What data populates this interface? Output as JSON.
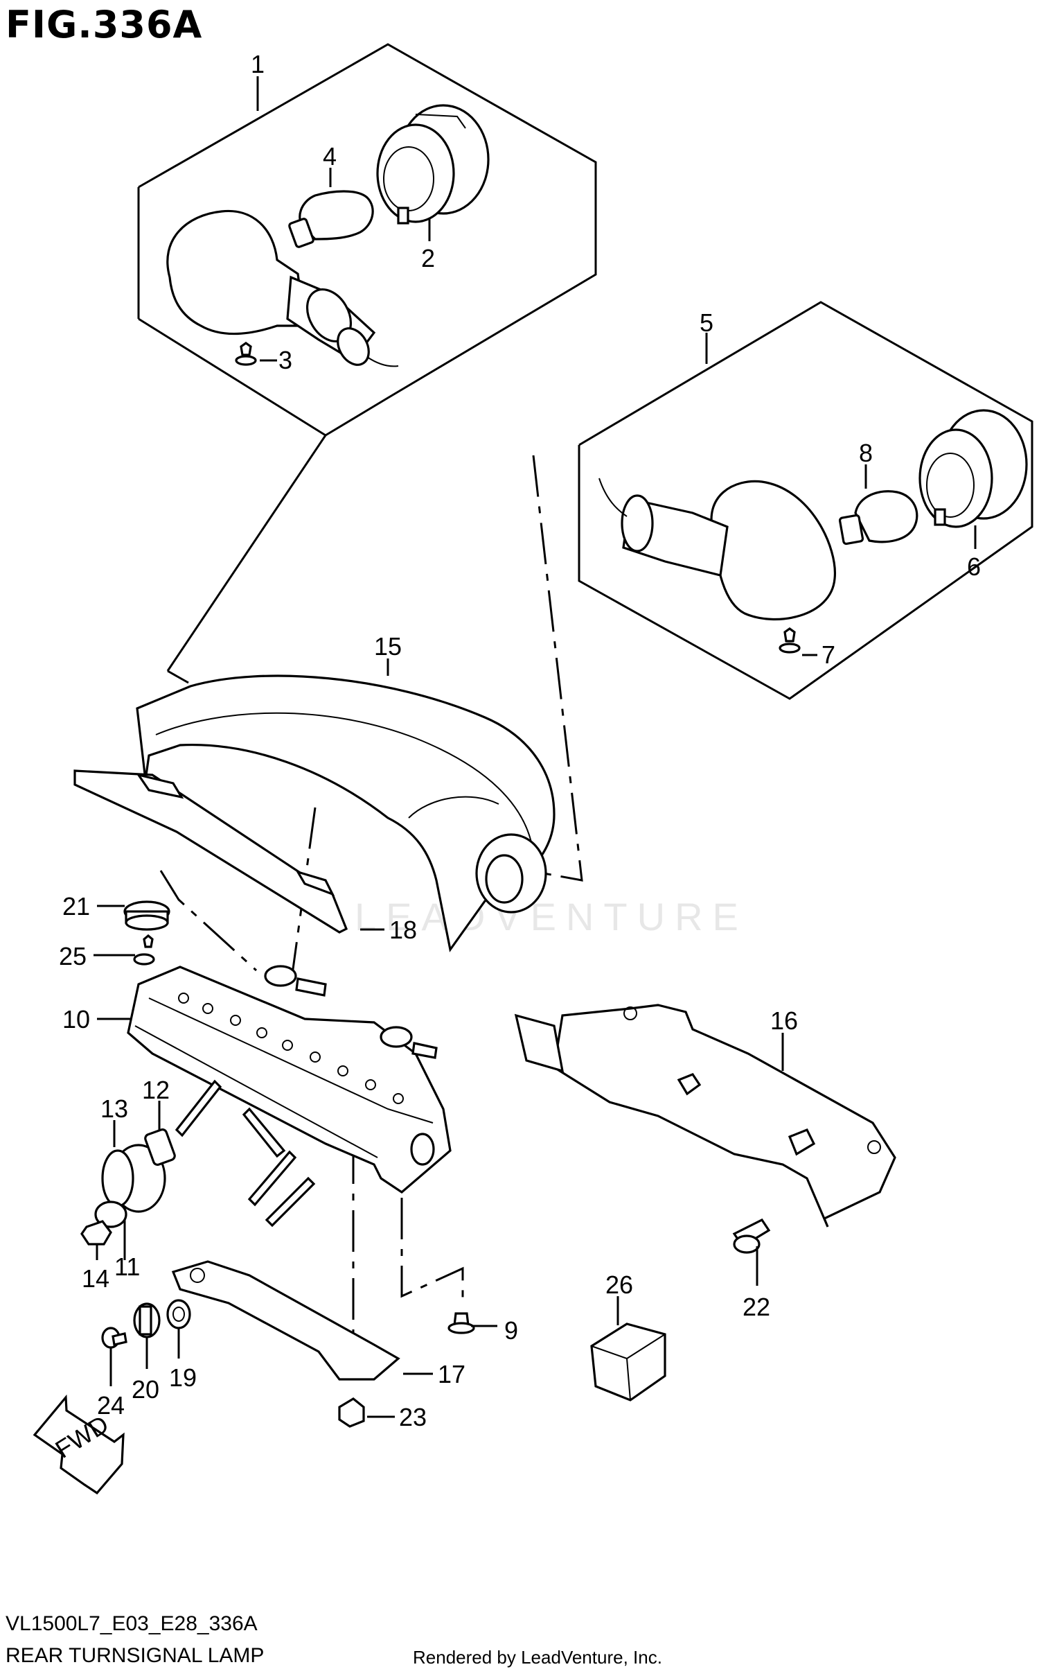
{
  "figure": {
    "title": "FIG.336A",
    "code": "VL1500L7_E03_E28_336A",
    "name": "REAR TURNSIGNAL LAMP",
    "credit": "Rendered by LeadVenture, Inc.",
    "watermark": "LEADVENTURE"
  },
  "fwd_badge": "FWD",
  "callouts": [
    "1",
    "2",
    "3",
    "4",
    "5",
    "6",
    "7",
    "8",
    "9",
    "10",
    "11",
    "12",
    "13",
    "14",
    "15",
    "16",
    "17",
    "18",
    "19",
    "20",
    "21",
    "22",
    "23",
    "24",
    "25",
    "26"
  ]
}
